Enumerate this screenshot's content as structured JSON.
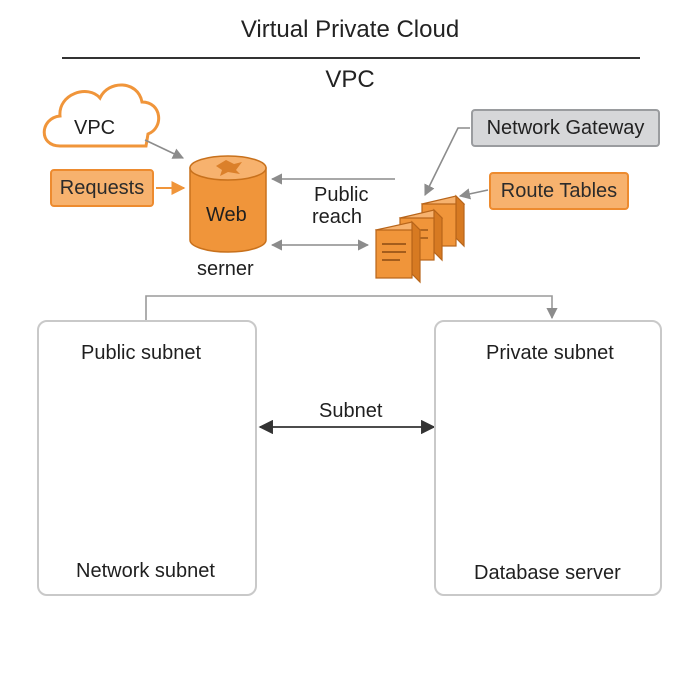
{
  "header": {
    "title": "Virtual Private Cloud",
    "subtitle": "VPC"
  },
  "nodes": {
    "vpc_cloud": "VPC",
    "requests": "Requests",
    "web_server_line1": "Web",
    "web_server_line2": "serner",
    "public_reach_line1": "Public",
    "public_reach_line2": "reach",
    "network_gateway": "Network Gateway",
    "route_tables": "Route Tables",
    "public_subnet_title": "Public subnet",
    "public_subnet_caption": "Network subnet",
    "private_subnet_title": "Private subnet",
    "private_subnet_caption": "Database server",
    "subnet_link": "Subnet"
  },
  "colors": {
    "accent_orange": "#f0953a",
    "orange_fill": "#f7b26e",
    "gray_callout": "#d6d7d9",
    "server_dark": "#4a5360",
    "db_gray": "#6e737b",
    "arrow_gray": "#8c8c8c"
  },
  "icons": [
    "cloud-icon",
    "cylinder-server-icon",
    "stacked-documents-icon",
    "tower-server-icon",
    "database-icon"
  ]
}
